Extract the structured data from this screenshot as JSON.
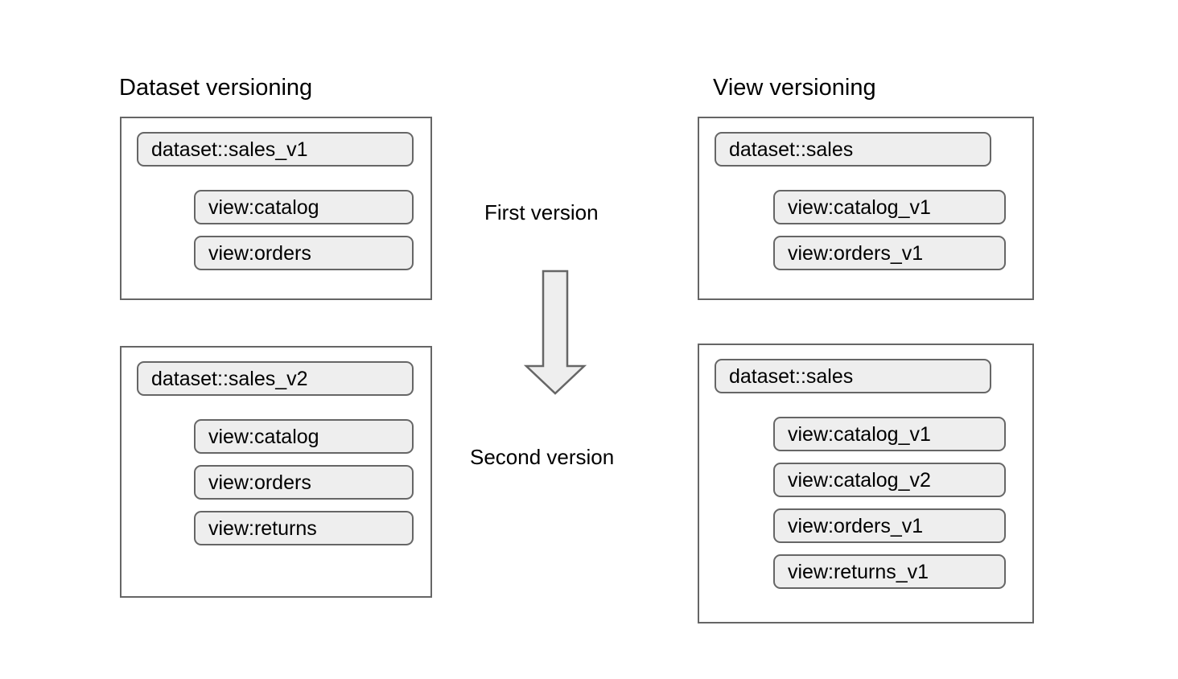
{
  "diagram": {
    "title_left": "Dataset versioning",
    "title_right": "View versioning",
    "center_labels": {
      "first": "First version",
      "second": "Second version"
    },
    "arrow": {
      "name": "down-arrow-icon",
      "direction": "down",
      "fill": "#eeeeee",
      "stroke": "#666666"
    },
    "colors": {
      "pill_fill": "#eeeeee",
      "pill_stroke": "#666666",
      "box_stroke": "#666666",
      "background": "#ffffff",
      "text": "#000000"
    },
    "columns": [
      {
        "id": "dataset-versioning",
        "title": "Dataset versioning",
        "groups": [
          {
            "id": "dataset-versioning-v1",
            "dataset": "dataset::sales_v1",
            "views": [
              "view:catalog",
              "view:orders"
            ]
          },
          {
            "id": "dataset-versioning-v2",
            "dataset": "dataset::sales_v2",
            "views": [
              "view:catalog",
              "view:orders",
              "view:returns"
            ]
          }
        ]
      },
      {
        "id": "view-versioning",
        "title": "View versioning",
        "groups": [
          {
            "id": "view-versioning-v1",
            "dataset": "dataset::sales",
            "views": [
              "view:catalog_v1",
              "view:orders_v1"
            ]
          },
          {
            "id": "view-versioning-v2",
            "dataset": "dataset::sales",
            "views": [
              "view:catalog_v1",
              "view:catalog_v2",
              "view:orders_v1",
              "view:returns_v1"
            ]
          }
        ]
      }
    ]
  }
}
